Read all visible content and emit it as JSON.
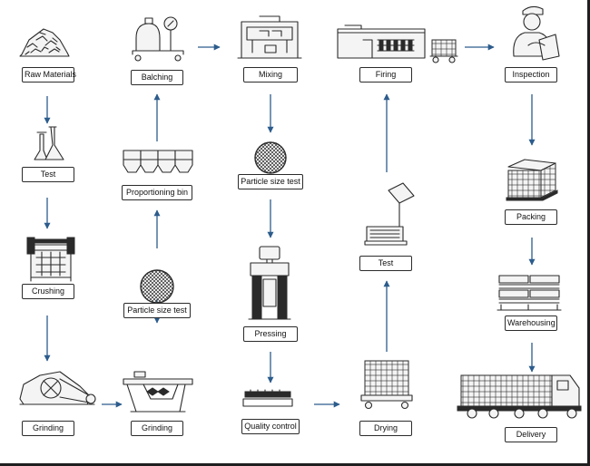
{
  "steps": [
    {
      "id": "raw-materials",
      "label": "Raw Materials",
      "icon": "stone-pile-icon"
    },
    {
      "id": "test-1",
      "label": "Test",
      "icon": "flask-icon"
    },
    {
      "id": "crushing",
      "label": "Crushing",
      "icon": "jaw-crusher-icon"
    },
    {
      "id": "grinding-1",
      "label": "Grinding",
      "icon": "ball-mill-icon"
    },
    {
      "id": "grinding-2",
      "label": "Grinding",
      "icon": "vibrating-screen-icon"
    },
    {
      "id": "particle-size-test-1",
      "label": "Particle size test",
      "icon": "sieve-mesh-icon"
    },
    {
      "id": "proportioning-bin",
      "label": "Proportioning bin",
      "icon": "hopper-bins-icon"
    },
    {
      "id": "balching",
      "label": "Balching",
      "icon": "weighing-hopper-icon"
    },
    {
      "id": "mixing",
      "label": "Mixing",
      "icon": "mixer-machine-icon"
    },
    {
      "id": "particle-size-test-2",
      "label": "Particle size test",
      "icon": "sieve-mesh-icon"
    },
    {
      "id": "pressing",
      "label": "Pressing",
      "icon": "hydraulic-press-icon"
    },
    {
      "id": "quality-control",
      "label": "Quality control",
      "icon": "conveyor-tray-icon"
    },
    {
      "id": "drying",
      "label": "Drying",
      "icon": "dryer-cart-icon"
    },
    {
      "id": "test-2",
      "label": "Test",
      "icon": "platform-scale-icon"
    },
    {
      "id": "firing",
      "label": "Firing",
      "icon": "kiln-icon"
    },
    {
      "id": "inspection",
      "label": "Inspection",
      "icon": "inspector-icon"
    },
    {
      "id": "packing",
      "label": "Packing",
      "icon": "pallet-stack-icon"
    },
    {
      "id": "warehousing",
      "label": "Warehousing",
      "icon": "stacked-pallets-icon"
    },
    {
      "id": "delivery",
      "label": "Delivery",
      "icon": "truck-icon"
    }
  ],
  "connections": [
    {
      "from": "raw-materials",
      "to": "test-1"
    },
    {
      "from": "test-1",
      "to": "crushing"
    },
    {
      "from": "crushing",
      "to": "grinding-1"
    },
    {
      "from": "grinding-1",
      "to": "grinding-2"
    },
    {
      "from": "grinding-2",
      "to": "particle-size-test-1"
    },
    {
      "from": "particle-size-test-1",
      "to": "proportioning-bin"
    },
    {
      "from": "proportioning-bin",
      "to": "balching"
    },
    {
      "from": "balching",
      "to": "mixing"
    },
    {
      "from": "mixing",
      "to": "particle-size-test-2"
    },
    {
      "from": "particle-size-test-2",
      "to": "pressing"
    },
    {
      "from": "pressing",
      "to": "quality-control"
    },
    {
      "from": "quality-control",
      "to": "drying"
    },
    {
      "from": "drying",
      "to": "test-2"
    },
    {
      "from": "test-2",
      "to": "firing"
    },
    {
      "from": "firing",
      "to": "inspection"
    },
    {
      "from": "inspection",
      "to": "packing"
    },
    {
      "from": "packing",
      "to": "warehousing"
    },
    {
      "from": "warehousing",
      "to": "delivery"
    }
  ],
  "colors": {
    "arrow": "#2c5c8c",
    "ink": "#2a2a2a",
    "background": "#ffffff"
  }
}
